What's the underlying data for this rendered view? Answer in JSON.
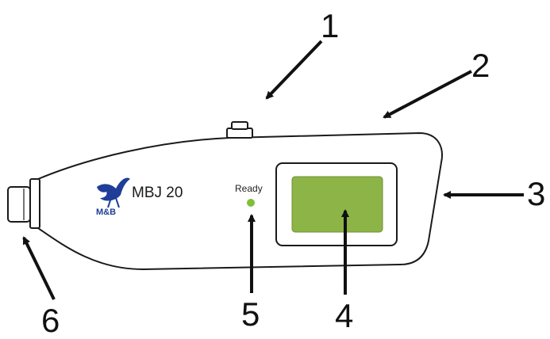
{
  "device": {
    "model": "MBJ 20",
    "brand": "M&B",
    "indicator_label": "Ready"
  },
  "callouts": [
    "1",
    "2",
    "3",
    "4",
    "5",
    "6"
  ],
  "colors": {
    "outline": "#1a1a1a",
    "screen": "#8db447",
    "led": "#7fbf3a",
    "brand": "#1f3d99"
  }
}
